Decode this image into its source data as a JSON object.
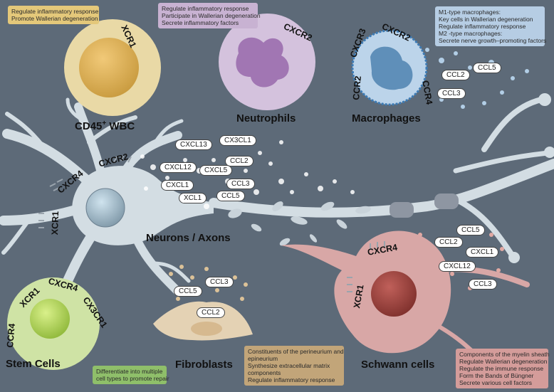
{
  "colors": {
    "background": "#5d6a78",
    "neuron": "#d3dde3",
    "wbc": "#e9d9a6",
    "neutrophil": "#d4c2dd",
    "macrophage": "#bcd4ea",
    "stem": "#cfe3a5",
    "fibroblast": "#e4d2b4",
    "schwann": "#d8a7a6"
  },
  "cells": {
    "wbc": {
      "name": "CD45",
      "sup": "+",
      "name_suffix": " WBC",
      "receptors": [
        "XCR1"
      ],
      "functions": [
        "Regulate inflammatory response",
        "Promote Wallerian degeneration"
      ]
    },
    "neutrophil": {
      "name": "Neutrophils",
      "receptors": [
        "CXCR2"
      ],
      "functions": [
        "Regulate inflammatory response",
        "Participate in Wallerian degeneration",
        "Secrete inflammatory factors"
      ]
    },
    "macrophage": {
      "name": "Macrophages",
      "receptors": [
        "CXCR3",
        "CXCR2",
        "CCR2",
        "CCR4"
      ],
      "functions": [
        "M1-type macrophages:",
        "Key cells in Wallerian degeneration",
        "Regulate inflammatory response",
        "M2 -type macrophages:",
        "Secrete nerve growth–promoting factors"
      ],
      "ligands": [
        "CCL2",
        "CCL5",
        "CCL3"
      ]
    },
    "neuron": {
      "name": "Neurons / Axons",
      "receptors": [
        "CXCR4",
        "CXCR2",
        "XCR1"
      ],
      "ligands": [
        "CXCL13",
        "CX3CL1",
        "CXCL12",
        "CCL2",
        "CXCL5",
        "CXCL1",
        "CCL3",
        "XCL1",
        "CCL5"
      ]
    },
    "stem": {
      "name": "Stem Cells",
      "receptors": [
        "XCR1",
        "CXCR4",
        "CX3CR1",
        "CCR4"
      ],
      "functions": [
        "Differentiate into multiple",
        "cell types to promote repair"
      ]
    },
    "fibroblast": {
      "name": "Fibroblasts",
      "ligands": [
        "CCL5",
        "CCL3",
        "CCL2"
      ],
      "functions": [
        "Constituents of the perineurium and",
        "epineurium",
        "Synthesize extracellular matrix",
        "components",
        "Regulate inflammatory response"
      ]
    },
    "schwann": {
      "name": "Schwann cells",
      "receptors": [
        "CXCR4",
        "XCR1"
      ],
      "ligands": [
        "CCL5",
        "CCL2",
        "CXCL1",
        "CXCL12",
        "CCL3"
      ],
      "functions": [
        "Components of the myelin sheath",
        "Regulate Wallerian degeneration",
        "Regulate the immune response",
        "Form the Bands of Büngner",
        "Secrete various cell factors"
      ]
    }
  }
}
